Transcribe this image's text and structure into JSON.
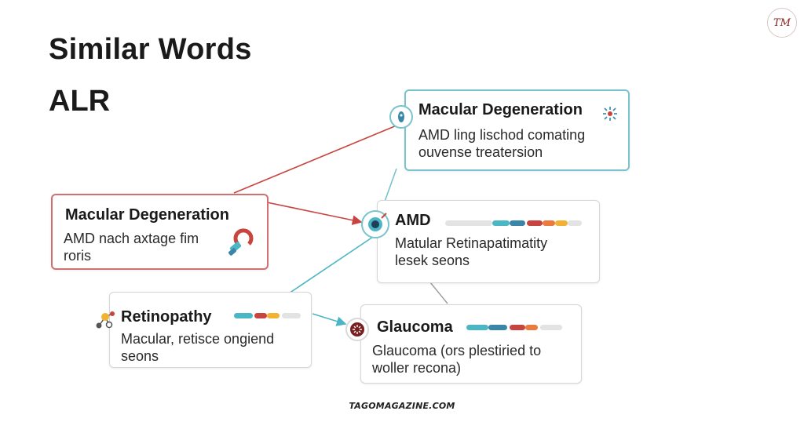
{
  "title": "Similar Words",
  "subtitle": "ALR",
  "logo": "TM",
  "footer": "TAGOMAGAZINE.COM",
  "nodes": {
    "macular_top": {
      "title": "Macular Degeneration",
      "desc1": "AMD ling lischod comating",
      "desc2": "ouvense treatersion"
    },
    "macular_left": {
      "title": "Macular Degeneration",
      "desc1": "AMD nach axtage fim",
      "desc2": "roris"
    },
    "amd": {
      "title": "AMD",
      "desc1": "Matular Retinapatimatity",
      "desc2": "lesek seons"
    },
    "retinopathy": {
      "title": "Retinopathy",
      "desc1": "Macular, retisce ongiend",
      "desc2": "seons"
    },
    "glaucoma": {
      "title": "Glaucoma",
      "desc1": "Glaucoma (ors plestiried to",
      "desc2": "woller recona)"
    }
  },
  "colors": {
    "teal": "#4bb6c4",
    "red": "#c8443f",
    "orange": "#eb7a3c",
    "yellow": "#f2b233",
    "gray": "#e3e3e3",
    "blue": "#3a86a8"
  },
  "icons": [
    "eye-icon",
    "sparkle-icon",
    "magnet-icon",
    "target-eye-icon",
    "molecule-icon",
    "virus-icon"
  ]
}
